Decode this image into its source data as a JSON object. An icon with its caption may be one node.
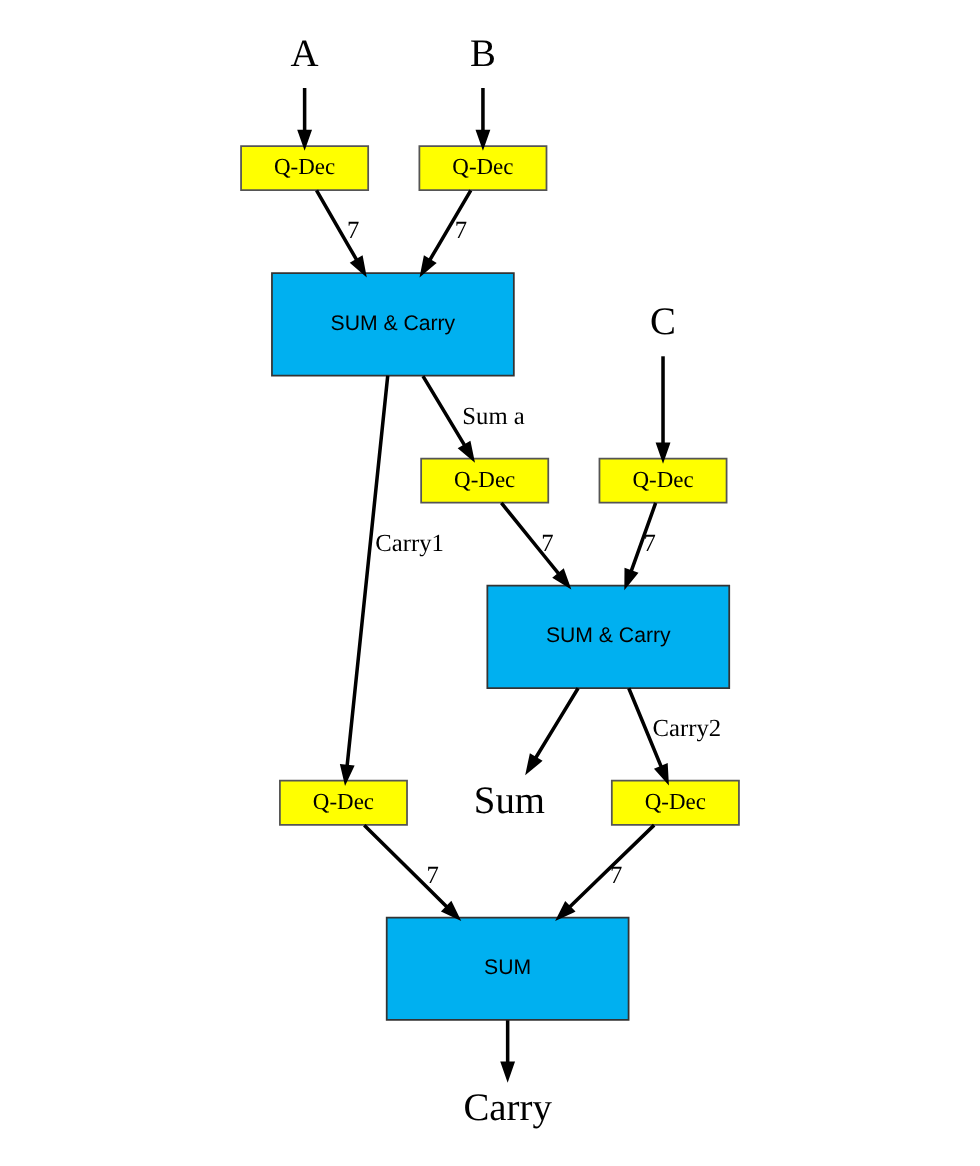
{
  "diagram": {
    "nodes": [
      {
        "text": [
          "A"
        ]
      },
      {
        "text": [
          "Q-Dec"
        ]
      },
      {
        "text": [
          "B"
        ]
      },
      {
        "text": [
          "Q-Dec"
        ]
      },
      {
        "text": [
          "SUM & Carry"
        ]
      },
      {
        "text": [
          "C"
        ]
      },
      {
        "text": [
          "Q-Dec"
        ]
      },
      {
        "text": [
          "Q-Dec"
        ]
      },
      {
        "text": [
          "SUM & Carry"
        ]
      },
      {
        "text": [
          "Q-Dec"
        ]
      },
      {
        "text": [
          "Q-Dec"
        ]
      },
      {
        "text": [
          "SUM"
        ]
      },
      {
        "text": [
          "Sum"
        ]
      },
      {
        "text": [
          "Carry"
        ]
      }
    ],
    "edges": [
      {
        "from": 0,
        "to": 1,
        "arrow": "to"
      },
      {
        "from": 2,
        "to": 3,
        "arrow": "to"
      },
      {
        "from": 1,
        "to": 4,
        "arrow": "to",
        "label": "7"
      },
      {
        "from": 3,
        "to": 4,
        "arrow": "to",
        "label": "7"
      },
      {
        "from": 4,
        "to": 9,
        "arrow": "to",
        "label": "Carry1"
      },
      {
        "from": 4,
        "to": 7,
        "arrow": "to",
        "label": "Sum a"
      },
      {
        "from": 5,
        "to": 6,
        "arrow": "to"
      },
      {
        "from": 6,
        "to": 8,
        "arrow": "to",
        "label": "7"
      },
      {
        "from": 7,
        "to": 8,
        "arrow": "to",
        "label": "7"
      },
      {
        "from": 8,
        "to": 10,
        "arrow": "to",
        "label": "Carry2"
      },
      {
        "from": 8,
        "to": 12,
        "arrow": "to"
      },
      {
        "from": 9,
        "to": 11,
        "arrow": "to",
        "label": "7"
      },
      {
        "from": 10,
        "to": 11,
        "arrow": "to",
        "label": "7"
      },
      {
        "from": 11,
        "to": 13,
        "arrow": "to"
      }
    ]
  }
}
